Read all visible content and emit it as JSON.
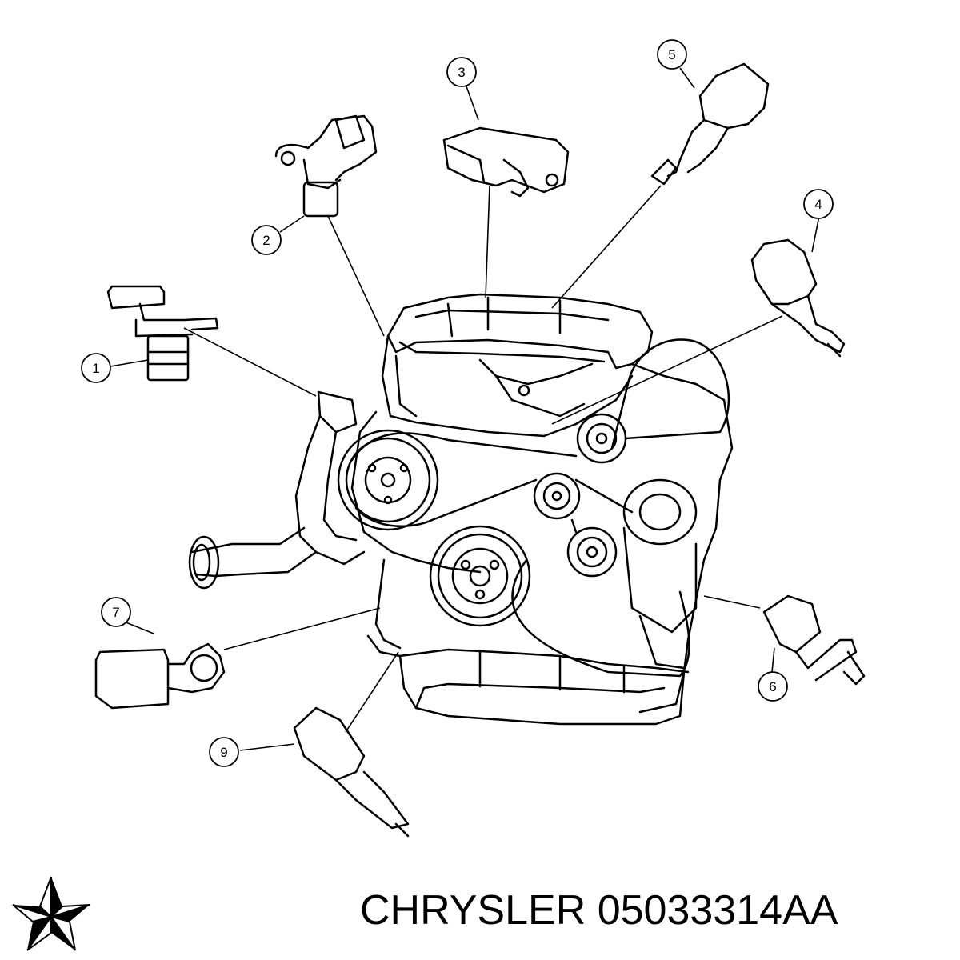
{
  "callouts": [
    {
      "num": "1",
      "name": "sensor-callout-1"
    },
    {
      "num": "2",
      "name": "sensor-callout-2"
    },
    {
      "num": "3",
      "name": "sensor-callout-3"
    },
    {
      "num": "4",
      "name": "sensor-callout-4"
    },
    {
      "num": "5",
      "name": "sensor-callout-5"
    },
    {
      "num": "6",
      "name": "sensor-callout-6"
    },
    {
      "num": "7",
      "name": "sensor-callout-7"
    },
    {
      "num": "9",
      "name": "sensor-callout-9"
    }
  ],
  "caption": {
    "brand": "CHRYSLER",
    "part_number": "05033314AA"
  },
  "logo": {
    "icon": "chrysler-pentastar-icon"
  }
}
